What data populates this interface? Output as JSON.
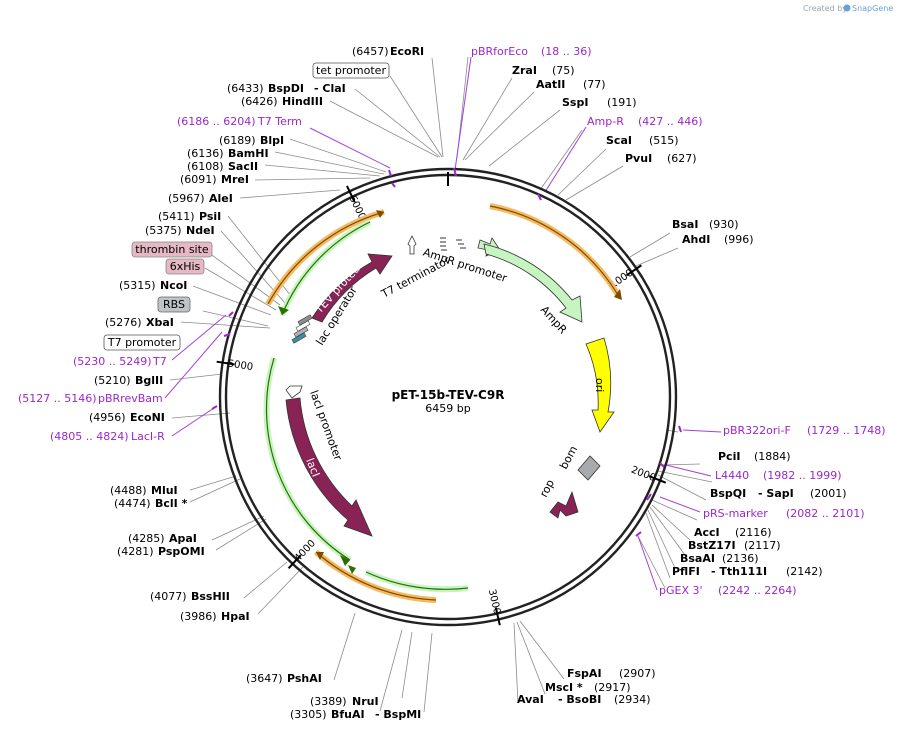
{
  "credit": {
    "created_by": "Created by",
    "app_name": "SnapGene"
  },
  "plasmid": {
    "name": "pET-15b-TEV-C9R",
    "length_label": "6459 bp",
    "length": 6459
  },
  "ticks": [
    {
      "bp": 1000,
      "label": "1000"
    },
    {
      "bp": 2000,
      "label": "2000"
    },
    {
      "bp": 3000,
      "label": "3000"
    },
    {
      "bp": 4000,
      "label": "4000"
    },
    {
      "bp": 5000,
      "label": "5000"
    },
    {
      "bp": 6000,
      "label": "6000"
    }
  ],
  "features": [
    {
      "name": "AmpR promoter",
      "label": "AmpR promoter",
      "color": "#c7f5c1"
    },
    {
      "name": "AmpR",
      "label": "AmpR",
      "color": "#c7f5c1"
    },
    {
      "name": "ori",
      "label": "ori",
      "color": "#ffff00"
    },
    {
      "name": "bom",
      "label": "bom",
      "color": "#a8abae"
    },
    {
      "name": "rop",
      "label": "rop",
      "color": "#892355"
    },
    {
      "name": "lacI",
      "label": "lacI",
      "color": "#892355"
    },
    {
      "name": "lacI promoter",
      "label": "lacI promoter",
      "color": "#ffffff"
    },
    {
      "name": "TEV protease",
      "label": "TEV protease",
      "color": "#892355"
    },
    {
      "name": "lac operator",
      "label": "lac operator",
      "color": "#ffffff"
    },
    {
      "name": "T7 terminator",
      "label": "T7 terminator",
      "color": "#ffffff"
    }
  ],
  "boxed_labels": {
    "tet_promoter": "tet promoter",
    "thrombin_site": "thrombin site",
    "his_tag": "6xHis",
    "rbs": "RBS",
    "t7_promoter": "T7 promoter"
  },
  "sites": {
    "ecori": {
      "pos": "(6457)",
      "name": "EcoRI"
    },
    "zrai": {
      "pos": "(75)",
      "name": "ZraI"
    },
    "aatii": {
      "pos": "(77)",
      "name": "AatII"
    },
    "sspi": {
      "pos": "(191)",
      "name": "SspI"
    },
    "scai": {
      "pos": "(515)",
      "name": "ScaI"
    },
    "pvui": {
      "pos": "(627)",
      "name": "PvuI"
    },
    "bsai": {
      "pos": "(930)",
      "name": "BsaI"
    },
    "ahdi": {
      "pos": "(996)",
      "name": "AhdI"
    },
    "pcii": {
      "pos": "(1884)",
      "name": "PciI"
    },
    "bspqi": {
      "name": "BspQI",
      "name2": "- SapI",
      "pos": "(2001)"
    },
    "acci": {
      "name": "AccI",
      "pos": "(2116)"
    },
    "bstz17i": {
      "name": "BstZ17I",
      "pos": "(2117)"
    },
    "bsaai": {
      "name": "BsaAI",
      "pos": "(2136)"
    },
    "pflfi": {
      "name": "PflFI",
      "name2": "- Tth111I",
      "pos": "(2142)"
    },
    "fspai": {
      "name": "FspAI",
      "pos": "(2907)"
    },
    "msci": {
      "name": "MscI *",
      "pos": "(2917)"
    },
    "avai": {
      "name": "AvaI",
      "name2": "- BsoBI",
      "pos": "(2934)"
    },
    "nrui": {
      "pos": "(3389)",
      "name": "NruI"
    },
    "bfuai": {
      "pos": "(3305)",
      "name": "BfuAI",
      "name2": "- BspMI"
    },
    "pshai": {
      "pos": "(3647)",
      "name": "PshAI"
    },
    "hpai": {
      "pos": "(3986)",
      "name": "HpaI"
    },
    "bsshii": {
      "pos": "(4077)",
      "name": "BssHII"
    },
    "pspomi": {
      "pos": "(4281)",
      "name": "PspOMI"
    },
    "apai": {
      "pos": "(4285)",
      "name": "ApaI"
    },
    "bcli": {
      "pos": "(4474)",
      "name": "BclI *"
    },
    "mlui": {
      "pos": "(4488)",
      "name": "MluI"
    },
    "econi": {
      "pos": "(4956)",
      "name": "EcoNI"
    },
    "bglii": {
      "pos": "(5210)",
      "name": "BglII"
    },
    "xbai": {
      "pos": "(5276)",
      "name": "XbaI"
    },
    "ncoi": {
      "pos": "(5315)",
      "name": "NcoI"
    },
    "ndei": {
      "pos": "(5375)",
      "name": "NdeI"
    },
    "psii": {
      "pos": "(5411)",
      "name": "PsiI"
    },
    "alei": {
      "pos": "(5967)",
      "name": "AleI"
    },
    "mrei": {
      "pos": "(6091)",
      "name": "MreI"
    },
    "sacii": {
      "pos": "(6108)",
      "name": "SacII"
    },
    "bamhi": {
      "pos": "(6136)",
      "name": "BamHI"
    },
    "blpi": {
      "pos": "(6189)",
      "name": "BlpI"
    },
    "hindiii": {
      "pos": "(6426)",
      "name": "HindIII"
    },
    "bspdi": {
      "pos": "(6433)",
      "name": "BspDI",
      "name2": "- ClaI"
    }
  },
  "primers": {
    "pbrforeco": {
      "name": "pBRforEco",
      "range": "(18 .. 36)"
    },
    "ampr": {
      "name": "Amp-R",
      "range": "(427 .. 446)"
    },
    "pbr322ori": {
      "name": "pBR322ori-F",
      "range": "(1729 .. 1748)"
    },
    "l4440": {
      "name": "L4440",
      "range": "(1982 .. 1999)"
    },
    "prs": {
      "name": "pRS-marker",
      "range": "(2082 .. 2101)"
    },
    "pgex3": {
      "name": "pGEX 3'",
      "range": "(2242 .. 2264)"
    },
    "t7term": {
      "range": "(6186 .. 6204)",
      "name": "T7 Term"
    },
    "t7": {
      "range": "(5230 .. 5249)",
      "name": "T7"
    },
    "pbrrevbam": {
      "range": "(5127 .. 5146)",
      "name": "pBRrevBam"
    },
    "laci_r": {
      "range": "(4805 .. 4824)",
      "name": "LacI-R"
    }
  }
}
